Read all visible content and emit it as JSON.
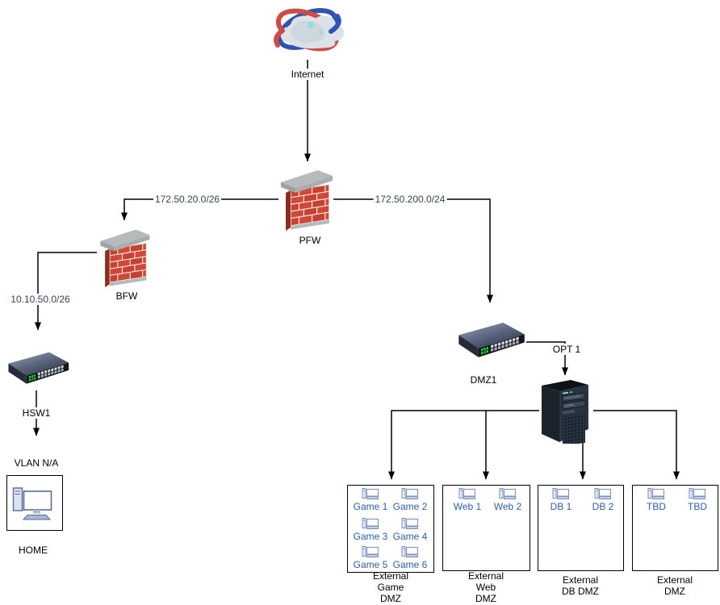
{
  "diagram": {
    "title_hint": "network-topology-diagram",
    "internet": {
      "label": "Internet"
    },
    "pfw": {
      "label": "PFW"
    },
    "bfw": {
      "label": "BFW"
    },
    "hsw1": {
      "label": "HSW1"
    },
    "vlan": {
      "label": "VLAN N/A"
    },
    "home": {
      "label": "HOME"
    },
    "dmz1": {
      "label": "DMZ1"
    },
    "opt1": {
      "label": "OPT 1"
    },
    "links": {
      "pfw_bfw_subnet": "172.50.20.0/26",
      "pfw_dmz_subnet": "172.50.200.0/24",
      "bfw_hsw_subnet": "10.10.50.0/26"
    },
    "zones": [
      {
        "label": "External\nGame\nDMZ",
        "hosts": [
          "Game 1",
          "Game 2",
          "Game 3",
          "Game 4",
          "Game 5",
          "Game 6"
        ]
      },
      {
        "label": "External\nWeb\nDMZ",
        "hosts": [
          "Web 1",
          "Web 2"
        ]
      },
      {
        "label": "External\nDB DMZ",
        "hosts": [
          "DB 1",
          "DB 2"
        ]
      },
      {
        "label": "External\nDMZ",
        "hosts": [
          "TBD",
          "TBD"
        ]
      }
    ],
    "colors": {
      "line": "#000000",
      "host_label": "#2e5fa3",
      "subnet_label": "#36455a",
      "firewall_brick": "#c8402f",
      "firewall_cap": "#b3b7ba",
      "switch_dark": "#14171e",
      "led_green": "#35c84a"
    }
  }
}
